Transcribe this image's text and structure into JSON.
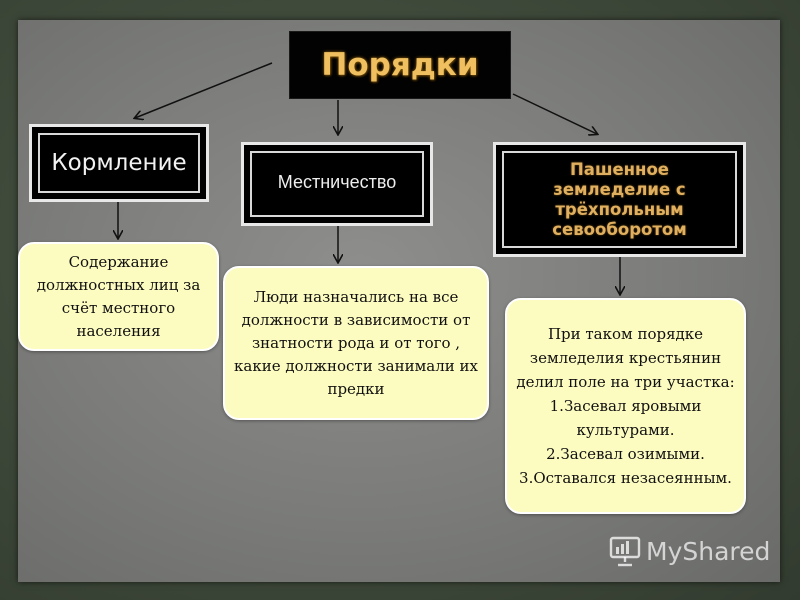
{
  "title": "Порядки",
  "branches": [
    {
      "id": "kormlenie",
      "label": "Кормление",
      "description": "Содержание должностных лиц за счёт местного населения"
    },
    {
      "id": "mestnichestvo",
      "label": "Местничество",
      "description": "Люди назначались на все должности в зависимости от знатности рода и от того , какие должности занимали их предки"
    },
    {
      "id": "zemledelie",
      "label": "Пашенное земледелие с трёхпольным севооборотом",
      "description_lines": [
        "При таком порядке земледелия крестьянин делил поле на три участка:",
        "1.Засевал яровыми культурами.",
        "2.Засевал озимыми.",
        "3.Оставался незасеянным."
      ]
    }
  ],
  "watermark": "MyShared",
  "colors": {
    "title_text": "#f0c060",
    "note_background": "#fdfcc0",
    "box_background": "#000000",
    "paper": "#7b7c7a"
  }
}
